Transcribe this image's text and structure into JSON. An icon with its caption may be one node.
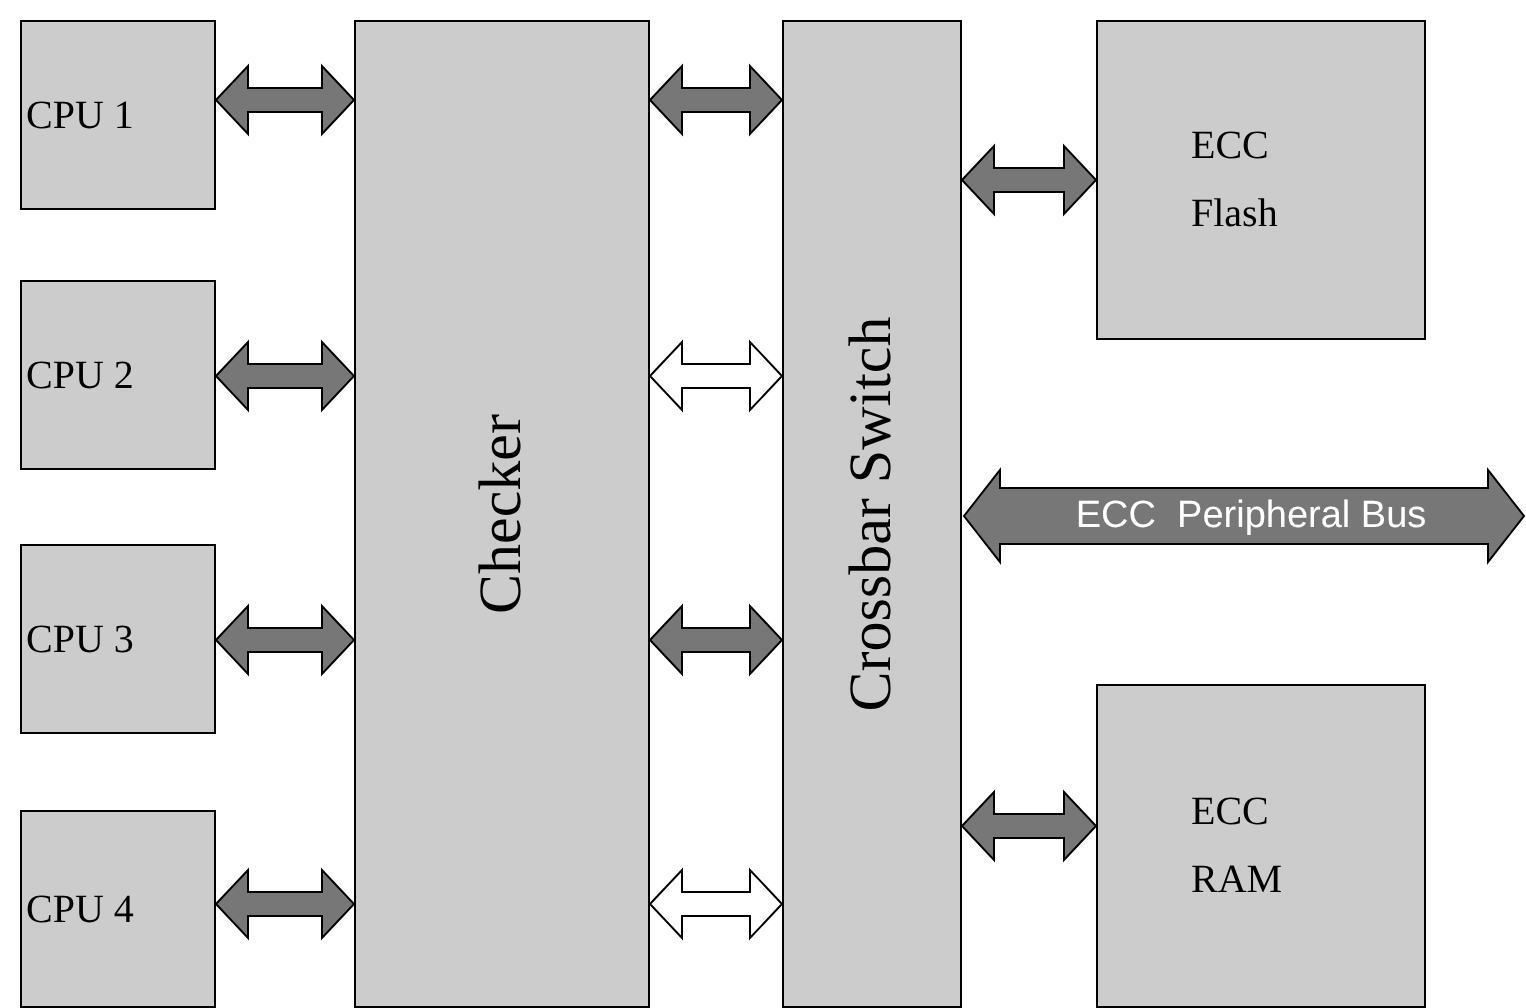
{
  "diagram": {
    "nodes": [
      {
        "text": [
          "CPU 1"
        ]
      },
      {
        "text": [
          "CPU 2"
        ]
      },
      {
        "text": [
          "CPU 3"
        ]
      },
      {
        "text": [
          "CPU 4"
        ]
      },
      {
        "text": [
          "Checker"
        ]
      },
      {
        "text": [
          "Crossbar Switch"
        ]
      },
      {
        "text": [
          "ECC Flash"
        ]
      },
      {
        "text": [
          "ECC RAM"
        ]
      }
    ],
    "edges": [
      {
        "from": 0,
        "to": 4,
        "arrow": "both"
      },
      {
        "from": 1,
        "to": 4,
        "arrow": "both"
      },
      {
        "from": 2,
        "to": 4,
        "arrow": "both"
      },
      {
        "from": 3,
        "to": 4,
        "arrow": "both"
      },
      {
        "from": 4,
        "to": 5,
        "arrow": "both"
      },
      {
        "from": 4,
        "to": 5,
        "arrow": "both",
        "color": "#ffffff"
      },
      {
        "from": 4,
        "to": 5,
        "arrow": "both"
      },
      {
        "from": 4,
        "to": 5,
        "arrow": "both",
        "color": "#ffffff"
      },
      {
        "from": 5,
        "to": 6,
        "arrow": "both"
      },
      {
        "from": 5,
        "to": null,
        "arrow": "both",
        "label": "ECC  Peripheral Bus"
      },
      {
        "from": 5,
        "to": 7,
        "arrow": "both"
      }
    ]
  }
}
